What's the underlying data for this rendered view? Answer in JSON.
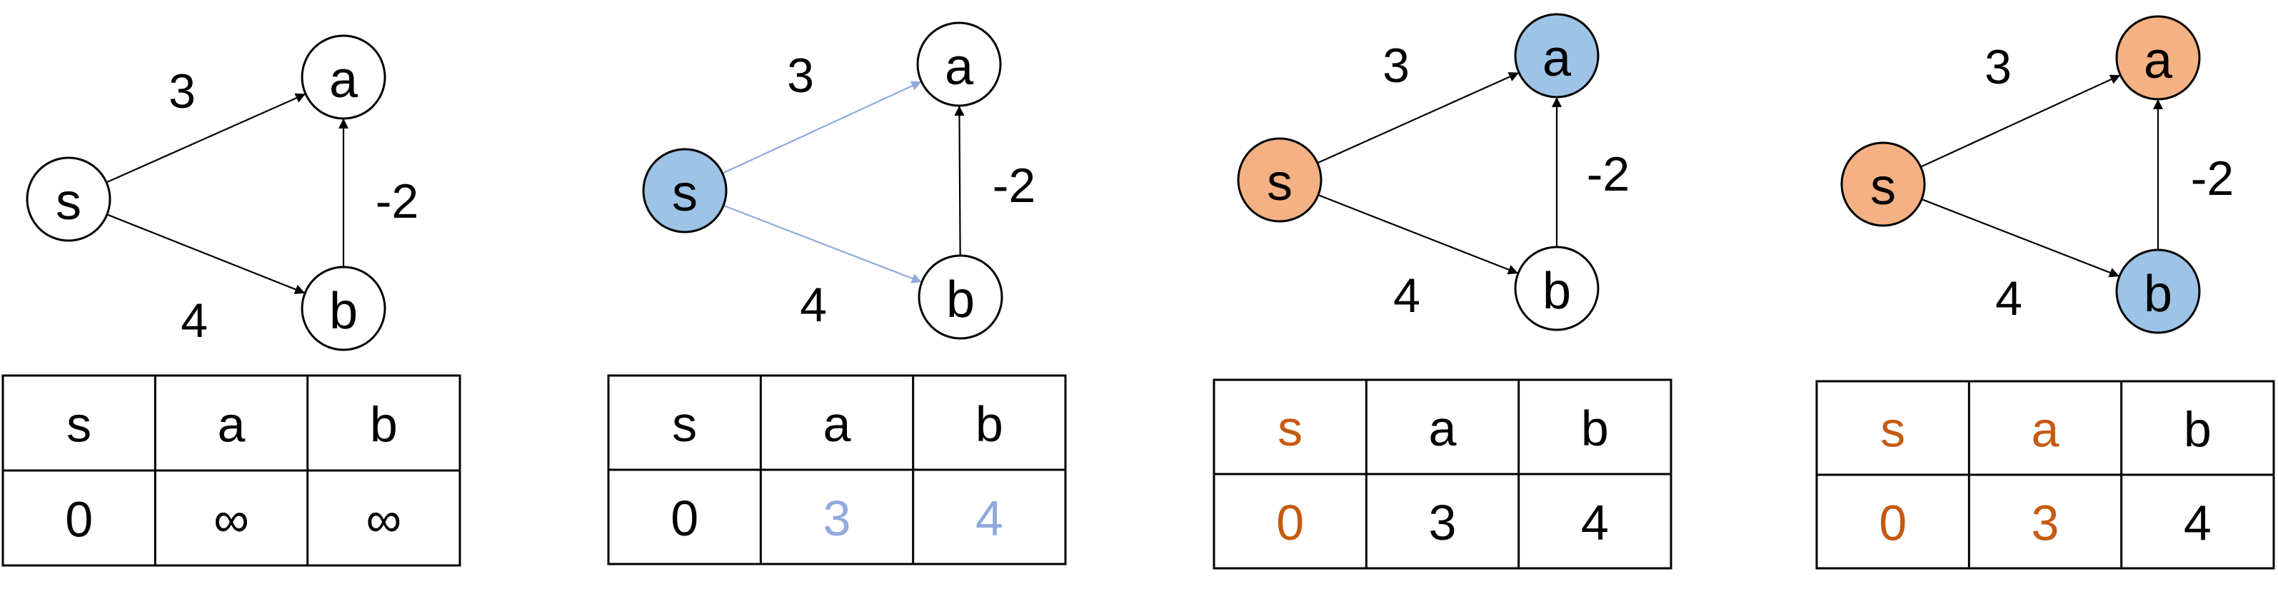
{
  "colors": {
    "stroke": "#000000",
    "visited": "#f4b183",
    "active": "#9dc3e6",
    "relaxed_edge": "#8faadc",
    "relaxed_text": "#8faadc",
    "done_text": "#c55a11",
    "white": "#ffffff"
  },
  "panels": [
    {
      "nodes": [
        {
          "id": "s",
          "label": "s",
          "state": "none"
        },
        {
          "id": "a",
          "label": "a",
          "state": "none"
        },
        {
          "id": "b",
          "label": "b",
          "state": "none"
        }
      ],
      "edges": [
        {
          "from": "s",
          "to": "a",
          "weight": "3",
          "highlight": false
        },
        {
          "from": "s",
          "to": "b",
          "weight": "4",
          "highlight": false
        },
        {
          "from": "b",
          "to": "a",
          "weight": "-2",
          "highlight": false
        }
      ],
      "table": {
        "headers": [
          {
            "text": "s",
            "state": "none"
          },
          {
            "text": "a",
            "state": "none"
          },
          {
            "text": "b",
            "state": "none"
          }
        ],
        "values": [
          {
            "text": "0",
            "state": "none"
          },
          {
            "text": "∞",
            "state": "none"
          },
          {
            "text": "∞",
            "state": "none"
          }
        ]
      }
    },
    {
      "nodes": [
        {
          "id": "s",
          "label": "s",
          "state": "active"
        },
        {
          "id": "a",
          "label": "a",
          "state": "none"
        },
        {
          "id": "b",
          "label": "b",
          "state": "none"
        }
      ],
      "edges": [
        {
          "from": "s",
          "to": "a",
          "weight": "3",
          "highlight": true
        },
        {
          "from": "s",
          "to": "b",
          "weight": "4",
          "highlight": true
        },
        {
          "from": "b",
          "to": "a",
          "weight": "-2",
          "highlight": false
        }
      ],
      "table": {
        "headers": [
          {
            "text": "s",
            "state": "none"
          },
          {
            "text": "a",
            "state": "none"
          },
          {
            "text": "b",
            "state": "none"
          }
        ],
        "values": [
          {
            "text": "0",
            "state": "none"
          },
          {
            "text": "3",
            "state": "relaxed"
          },
          {
            "text": "4",
            "state": "relaxed"
          }
        ]
      }
    },
    {
      "nodes": [
        {
          "id": "s",
          "label": "s",
          "state": "visited"
        },
        {
          "id": "a",
          "label": "a",
          "state": "active"
        },
        {
          "id": "b",
          "label": "b",
          "state": "none"
        }
      ],
      "edges": [
        {
          "from": "s",
          "to": "a",
          "weight": "3",
          "highlight": false
        },
        {
          "from": "s",
          "to": "b",
          "weight": "4",
          "highlight": false
        },
        {
          "from": "b",
          "to": "a",
          "weight": "-2",
          "highlight": false
        }
      ],
      "table": {
        "headers": [
          {
            "text": "s",
            "state": "done"
          },
          {
            "text": "a",
            "state": "none"
          },
          {
            "text": "b",
            "state": "none"
          }
        ],
        "values": [
          {
            "text": "0",
            "state": "done"
          },
          {
            "text": "3",
            "state": "none"
          },
          {
            "text": "4",
            "state": "none"
          }
        ]
      }
    },
    {
      "nodes": [
        {
          "id": "s",
          "label": "s",
          "state": "visited"
        },
        {
          "id": "a",
          "label": "a",
          "state": "visited"
        },
        {
          "id": "b",
          "label": "b",
          "state": "active"
        }
      ],
      "edges": [
        {
          "from": "s",
          "to": "a",
          "weight": "3",
          "highlight": false
        },
        {
          "from": "s",
          "to": "b",
          "weight": "4",
          "highlight": false
        },
        {
          "from": "b",
          "to": "a",
          "weight": "-2",
          "highlight": false
        }
      ],
      "table": {
        "headers": [
          {
            "text": "s",
            "state": "done"
          },
          {
            "text": "a",
            "state": "done"
          },
          {
            "text": "b",
            "state": "none"
          }
        ],
        "values": [
          {
            "text": "0",
            "state": "done"
          },
          {
            "text": "3",
            "state": "done"
          },
          {
            "text": "4",
            "state": "none"
          }
        ]
      }
    }
  ]
}
